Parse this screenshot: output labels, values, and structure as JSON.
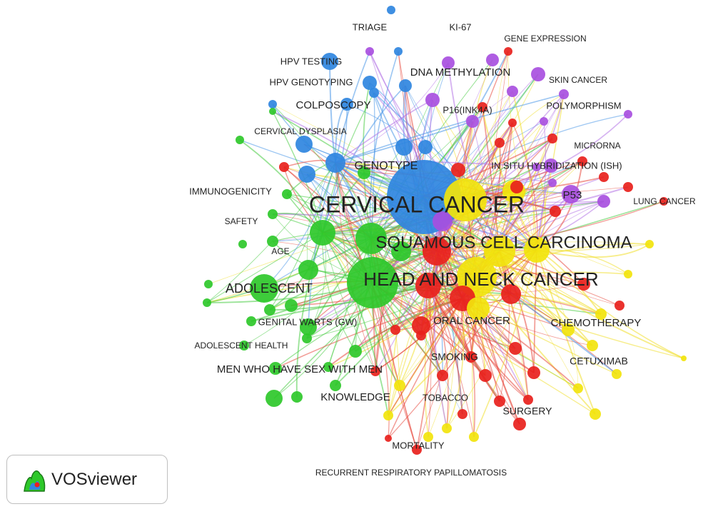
{
  "logo": {
    "text": "VOSviewer"
  },
  "cluster_colors": {
    "red": "#e8211c",
    "green": "#2ec82a",
    "blue": "#2f86e0",
    "yellow": "#f2e40c",
    "purple": "#a84fe0"
  },
  "nodes": [
    {
      "id": "n0",
      "label": "CERVICAL CANCER",
      "cluster": "blue",
      "size": 32
    },
    {
      "id": "n1",
      "label": "HEAD AND NECK CANCER",
      "cluster": "green",
      "size": 26
    },
    {
      "id": "n2",
      "label": "SQUAMOUS CELL CARCINOMA",
      "cluster": "yellow",
      "size": 24
    },
    {
      "id": "n3",
      "label": "ADOLESCENT",
      "cluster": "green",
      "size": 18
    },
    {
      "id": "n4",
      "label": "MEN WHO HAVE SEX WITH MEN",
      "cluster": "green",
      "size": 15
    },
    {
      "id": "n5",
      "label": "ORAL CANCER",
      "cluster": "red",
      "size": 15
    },
    {
      "id": "n6",
      "label": "DNA METHYLATION",
      "cluster": "purple",
      "size": 15
    },
    {
      "id": "n7",
      "label": "GENOTYPE",
      "cluster": "blue",
      "size": 16
    },
    {
      "id": "n8",
      "label": "COLPOSCOPY",
      "cluster": "blue",
      "size": 15
    },
    {
      "id": "n9",
      "label": "CHEMOTHERAPY",
      "cluster": "yellow",
      "size": 15
    },
    {
      "id": "n10",
      "label": "KNOWLEDGE",
      "cluster": "green",
      "size": 15
    },
    {
      "id": "n11",
      "label": "P53",
      "cluster": "purple",
      "size": 15
    },
    {
      "id": "n12",
      "label": "CETUXIMAB",
      "cluster": "yellow",
      "size": 14
    },
    {
      "id": "n13",
      "label": "SMOKING",
      "cluster": "red",
      "size": 14
    },
    {
      "id": "n14",
      "label": "SURGERY",
      "cluster": "red",
      "size": 14
    },
    {
      "id": "n15",
      "label": "IN SITU HYBRIDIZATION (ISH)",
      "cluster": "red",
      "size": 13
    },
    {
      "id": "n16",
      "label": "IMMUNOGENICITY",
      "cluster": "green",
      "size": 13
    },
    {
      "id": "n17",
      "label": "P16(INK4A)",
      "cluster": "purple",
      "size": 13
    },
    {
      "id": "n18",
      "label": "HPV TESTING",
      "cluster": "blue",
      "size": 13
    },
    {
      "id": "n19",
      "label": "HPV GENOTYPING",
      "cluster": "blue",
      "size": 13
    },
    {
      "id": "n20",
      "label": "TRIAGE",
      "cluster": "blue",
      "size": 13
    },
    {
      "id": "n21",
      "label": "KI-67",
      "cluster": "purple",
      "size": 13
    },
    {
      "id": "n22",
      "label": "POLYMORPHISM",
      "cluster": "purple",
      "size": 13
    },
    {
      "id": "n23",
      "label": "GENITAL WARTS (GW)",
      "cluster": "green",
      "size": 13
    },
    {
      "id": "n24",
      "label": "TOBACCO",
      "cluster": "red",
      "size": 13
    },
    {
      "id": "n25",
      "label": "MORTALITY",
      "cluster": "red",
      "size": 13
    },
    {
      "id": "n26",
      "label": "CERVICAL DYSPLASIA",
      "cluster": "blue",
      "size": 12
    },
    {
      "id": "n27",
      "label": "SAFETY",
      "cluster": "green",
      "size": 12
    },
    {
      "id": "n28",
      "label": "AGE",
      "cluster": "green",
      "size": 12
    },
    {
      "id": "n29",
      "label": "ADOLESCENT HEALTH",
      "cluster": "green",
      "size": 12
    },
    {
      "id": "n30",
      "label": "GENE EXPRESSION",
      "cluster": "purple",
      "size": 12
    },
    {
      "id": "n31",
      "label": "SKIN CANCER",
      "cluster": "purple",
      "size": 12
    },
    {
      "id": "n32",
      "label": "MICRORNA",
      "cluster": "purple",
      "size": 12
    },
    {
      "id": "n33",
      "label": "LUNG CANCER",
      "cluster": "red",
      "size": 12
    },
    {
      "id": "n34",
      "label": "RECURRENT RESPIRATORY PAPILLOMATOSIS",
      "cluster": "red",
      "size": 12
    }
  ]
}
